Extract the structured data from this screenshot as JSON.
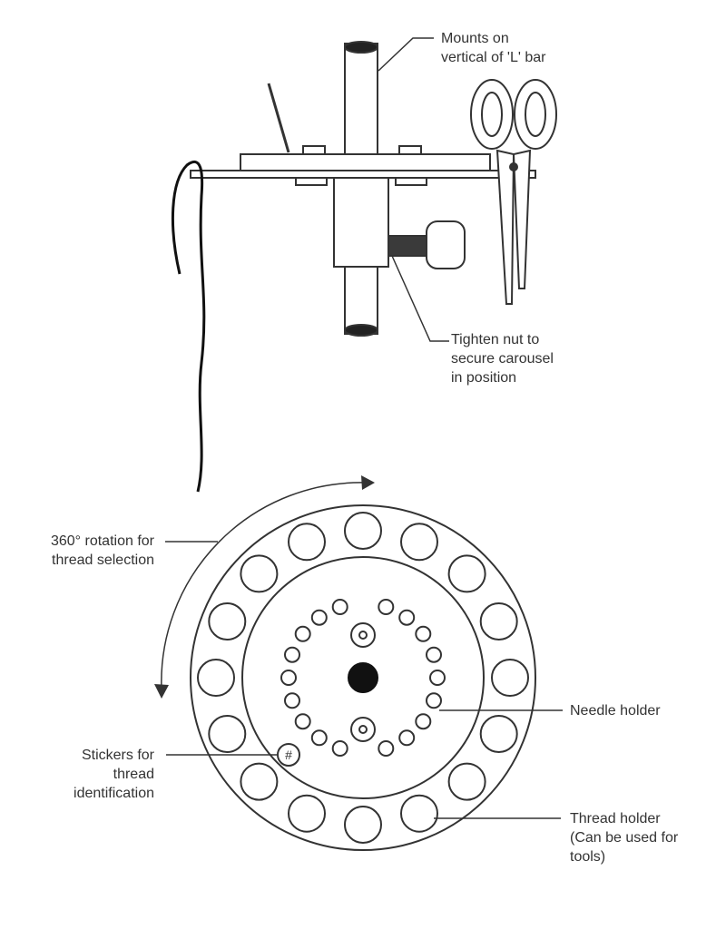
{
  "colors": {
    "line": "#333333",
    "fill": "#ffffff",
    "dark": "#111111"
  },
  "labels": {
    "mounts": [
      "Mounts on",
      "vertical of 'L' bar"
    ],
    "tighten": [
      "Tighten nut to",
      "secure carousel",
      "in position"
    ],
    "rotation": [
      "360° rotation for",
      "thread selection"
    ],
    "needle": [
      "Needle holder"
    ],
    "stickers": [
      "Stickers for",
      "thread",
      "identification"
    ],
    "thread_holder": [
      "Thread holder",
      "(Can be used for",
      "tools)"
    ],
    "sticker_mark": "#"
  }
}
